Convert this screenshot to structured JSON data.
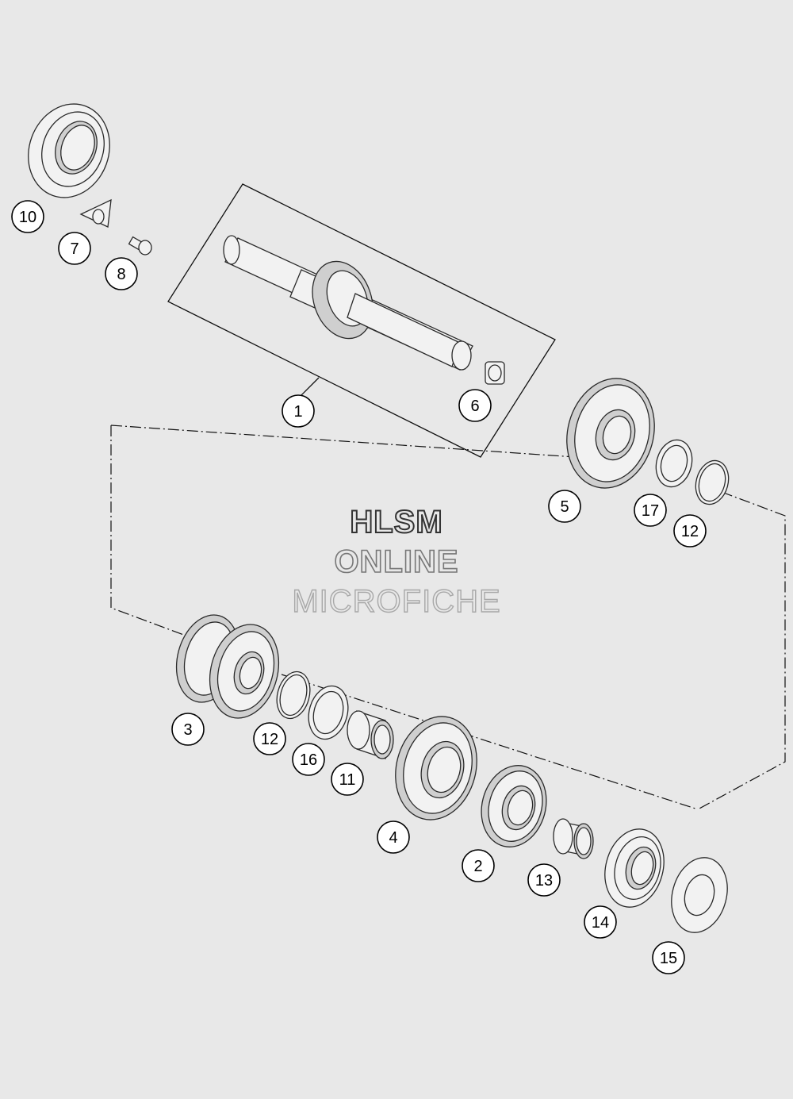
{
  "watermark": {
    "line1": "HLSM",
    "line2": "ONLINE",
    "line3": "MICROFICHE"
  },
  "callouts": [
    {
      "id": "c10",
      "label": "10"
    },
    {
      "id": "c7",
      "label": "7"
    },
    {
      "id": "c8",
      "label": "8"
    },
    {
      "id": "c1",
      "label": "1"
    },
    {
      "id": "c6",
      "label": "6"
    },
    {
      "id": "c5",
      "label": "5"
    },
    {
      "id": "c17",
      "label": "17"
    },
    {
      "id": "c12a",
      "label": "12"
    },
    {
      "id": "c3",
      "label": "3"
    },
    {
      "id": "c12b",
      "label": "12"
    },
    {
      "id": "c16",
      "label": "16"
    },
    {
      "id": "c11",
      "label": "11"
    },
    {
      "id": "c4",
      "label": "4"
    },
    {
      "id": "c2",
      "label": "2"
    },
    {
      "id": "c13",
      "label": "13"
    },
    {
      "id": "c14",
      "label": "14"
    },
    {
      "id": "c15",
      "label": "15"
    }
  ],
  "colors": {
    "background": "#e8e8e8",
    "line": "#2a2a2a",
    "callout_fill": "#ffffff"
  }
}
